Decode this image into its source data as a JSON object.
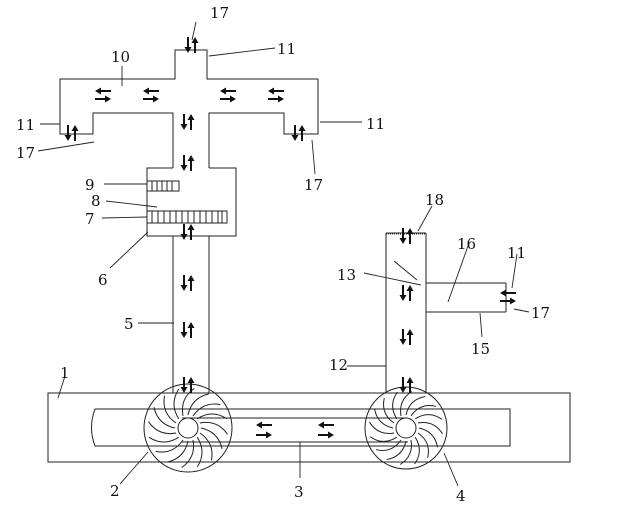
{
  "labels": {
    "l1": "1",
    "l2": "2",
    "l3": "3",
    "l4": "4",
    "l5": "5",
    "l6": "6",
    "l7": "7",
    "l8": "8",
    "l9": "9",
    "l10": "10",
    "l11a": "11",
    "l11b": "11",
    "l11c": "11",
    "l11d": "11",
    "l12": "12",
    "l13": "13",
    "l15": "15",
    "l16": "16",
    "l17a": "17",
    "l17b": "17",
    "l17c": "17",
    "l17d": "17",
    "l18": "18"
  },
  "colors": {
    "line": "#222222",
    "arrow": "#111111"
  },
  "icons": {
    "fan": "centrifugal-fan-icon",
    "arrow": "flow-arrow-icon"
  }
}
